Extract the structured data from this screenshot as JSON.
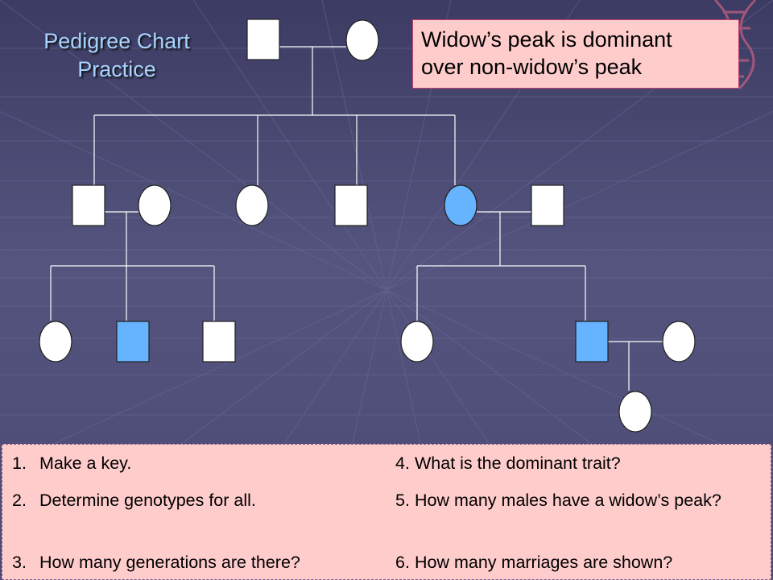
{
  "title": {
    "line1": "Pedigree Chart",
    "line2": "Practice"
  },
  "info_box": {
    "line1": "Widow’s peak is dominant",
    "line2": "over non-widow’s peak"
  },
  "colors": {
    "affected_fill": "#66b3ff",
    "unaffected_fill": "#ffffff",
    "line": "#ffffff",
    "title": "#a9d4ff",
    "panel": "#ffcccc"
  },
  "pedigree": {
    "individuals": [
      {
        "id": "g1-father",
        "sex": "male",
        "affected": false
      },
      {
        "id": "g1-mother",
        "sex": "female",
        "affected": false
      },
      {
        "id": "g2-son-1",
        "sex": "male",
        "affected": false
      },
      {
        "id": "g2-son-1-wife",
        "sex": "female",
        "affected": false
      },
      {
        "id": "g2-daughter-1",
        "sex": "female",
        "affected": false
      },
      {
        "id": "g2-son-2",
        "sex": "male",
        "affected": false
      },
      {
        "id": "g2-daughter-2",
        "sex": "female",
        "affected": true
      },
      {
        "id": "g2-daughter-2-husband",
        "sex": "male",
        "affected": false
      },
      {
        "id": "g3-daughter-1",
        "sex": "female",
        "affected": false
      },
      {
        "id": "g3-son-1",
        "sex": "male",
        "affected": true
      },
      {
        "id": "g3-son-2",
        "sex": "male",
        "affected": false
      },
      {
        "id": "g3-daughter-2",
        "sex": "female",
        "affected": false
      },
      {
        "id": "g3-son-3",
        "sex": "male",
        "affected": true
      },
      {
        "id": "g3-son-3-wife",
        "sex": "female",
        "affected": false
      },
      {
        "id": "g4-daughter",
        "sex": "female",
        "affected": false
      }
    ]
  },
  "questions": [
    {
      "num": "1.",
      "text": "Make a key."
    },
    {
      "num": "2.",
      "text": "Determine genotypes for all."
    },
    {
      "num": "3.",
      "text": "How many generations are there?"
    },
    {
      "num": "4.",
      "text": "What is the dominant trait?"
    },
    {
      "num": "5.",
      "text": "How many males have a widow’s peak?"
    },
    {
      "num": "6.",
      "text": "How many marriages are shown?"
    }
  ]
}
